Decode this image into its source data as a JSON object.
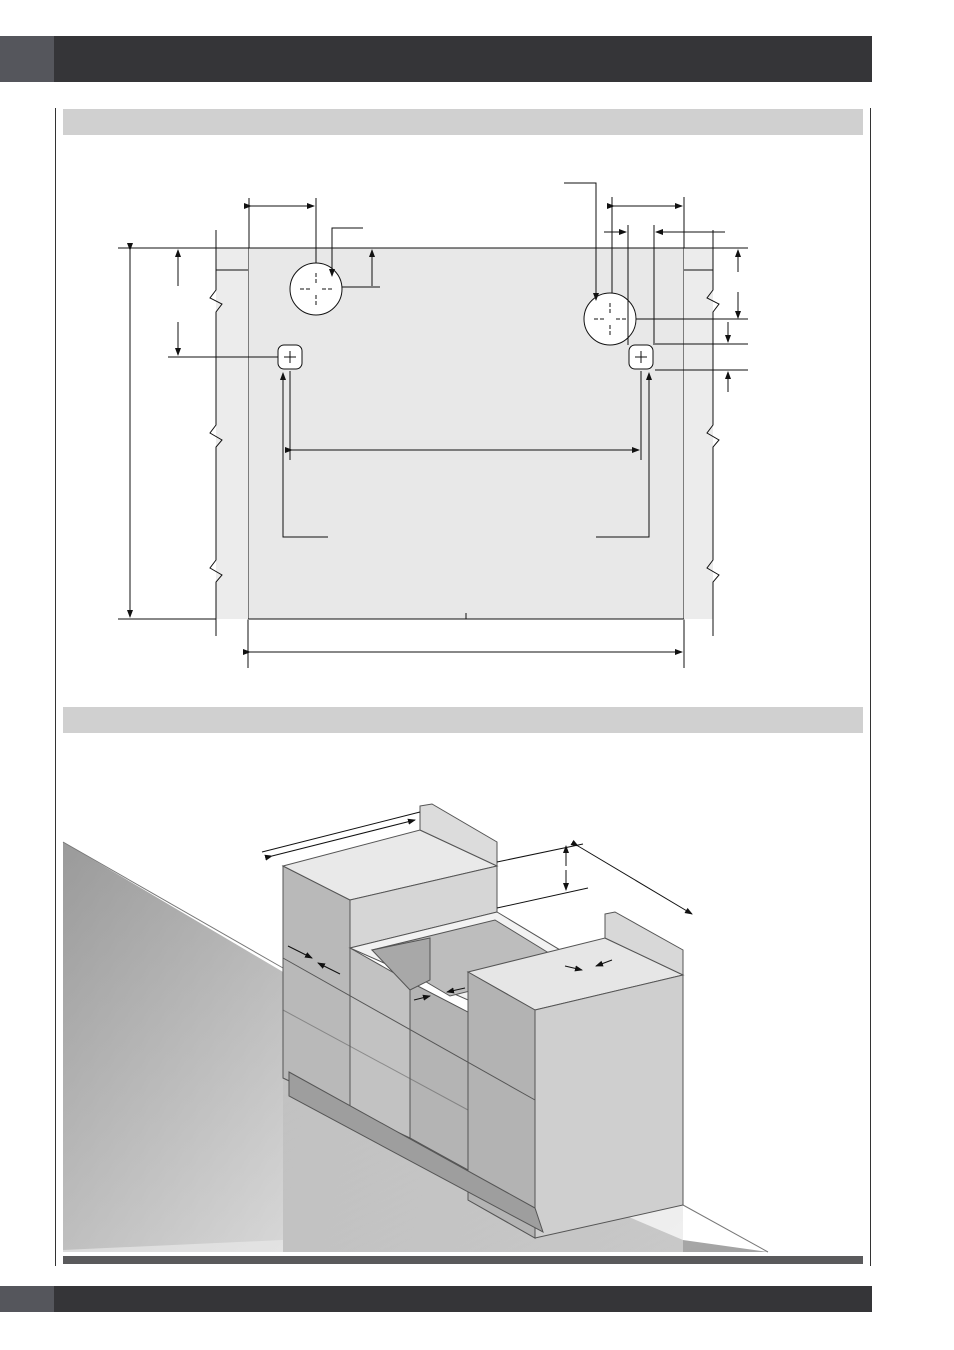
{
  "header": {
    "band_color": "#353538",
    "tab_color": "#55565c"
  },
  "sections": [
    {
      "id": "installation-drawing",
      "title": ""
    },
    {
      "id": "cabinet-installation",
      "title": ""
    }
  ],
  "figures": {
    "top": {
      "icon": "rear-panel-dimension-drawing"
    },
    "bottom": {
      "icon": "isometric-cabinet-installation-drawing"
    }
  }
}
